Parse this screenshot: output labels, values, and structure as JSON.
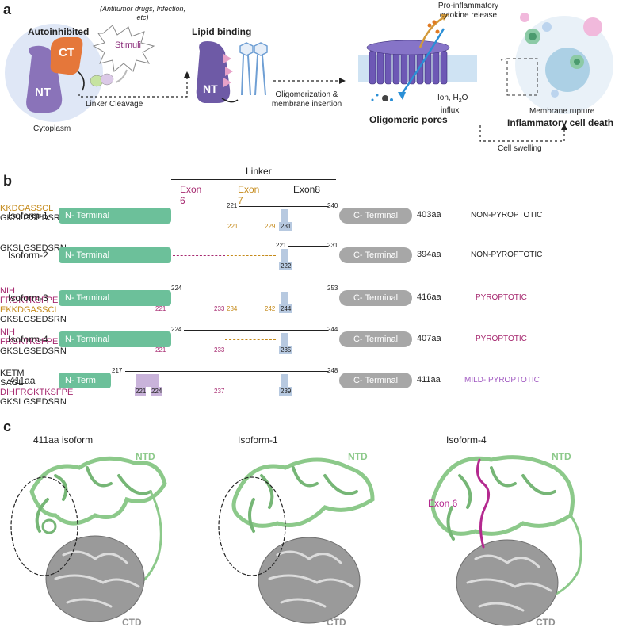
{
  "panel_a": {
    "label": "a",
    "autoinhibited": "Autoinhibited",
    "ct": "CT",
    "nt": "NT",
    "cytoplasm": "Cytoplasm",
    "stimuli_note": "(Antitumor drugs, Infection, etc)",
    "stimuli": "Stimuli",
    "linker_cleavage": "Linker Cleavage",
    "lipid_binding": "Lipid binding",
    "nt2": "NT",
    "oligomerization": "Oligomerization & membrane insertion",
    "cytokine": "Pro-inflammatory cytokine release",
    "ion_influx_line1": "Ion, H",
    "ion_influx_sub": "2",
    "ion_influx_line1b": "O",
    "ion_influx_line2": "influx",
    "oligomeric_pores": "Oligomeric pores",
    "membrane_rupture": "Membrane rupture",
    "cell_death": "Inflammatory cell death",
    "cell_swelling": "Cell swelling"
  },
  "panel_b": {
    "label": "b",
    "linker": "Linker",
    "exon6": "Exon 6",
    "exon7": "Exon 7",
    "exon8": "Exon8",
    "n_terminal": "N- Terminal",
    "n_term_short": "N- Term",
    "c_terminal": "C- Terminal",
    "gk_tail": "SLGSEDSRN",
    "isoforms": [
      {
        "name": "Isoform-1",
        "len": "403aa",
        "status": "NON-PYROPTOTIC",
        "exon7_seq": "KKDGASSCL",
        "span_start": "221",
        "span_end": "240",
        "n_a": "221",
        "n_b": "229",
        "gk_num": "231"
      },
      {
        "name": "Isoform-2",
        "len": "394aa",
        "status": "NON-PYROPTOTIC",
        "span_start": "221",
        "span_end": "231",
        "gk_num": "222"
      },
      {
        "name": "Isoform-3",
        "len": "416aa",
        "status": "PYROPTOTIC",
        "nih": "NIH",
        "exon6_seq": "FRGKTKSFPE",
        "exon7_seq": "EKKDGASSCL",
        "span_start": "224",
        "span_end": "253",
        "n_a": "221",
        "n_b": "233",
        "n_c": "234",
        "n_d": "242",
        "gk_num": "244"
      },
      {
        "name": "Isoform-4",
        "len": "407aa",
        "status": "PYROPTOTIC",
        "nih": "NIH",
        "exon6_seq": "FRGKTKSFPE",
        "span_start": "224",
        "span_end": "244",
        "n_a": "221",
        "n_b": "233",
        "gk_num": "235"
      },
      {
        "name": "411aa",
        "len": "411aa",
        "status": "MILD- PYROPTOTIC",
        "pre": "KETM",
        "sagl": "SAGL",
        "post": "DIHFRGKTKSFPE",
        "span_start": "217",
        "span_end": "248",
        "n_a": "221",
        "n_b": "224",
        "n_c": "237",
        "gk_num": "239"
      }
    ]
  },
  "panel_c": {
    "label": "c",
    "titles": [
      "411aa isoform",
      "Isoform-1",
      "Isoform-4"
    ],
    "ntd": "NTD",
    "ctd": "CTD",
    "exon6": "Exon 6"
  },
  "colors": {
    "nterm": "#6cc09a",
    "cterm": "#a7a7a7",
    "exon6": "#a6286f",
    "exon7": "#c58a1a",
    "gk_highlight": "#b7c9e0",
    "ntd_green": "#8cc98a",
    "ctd_gray": "#8f8f8f"
  }
}
